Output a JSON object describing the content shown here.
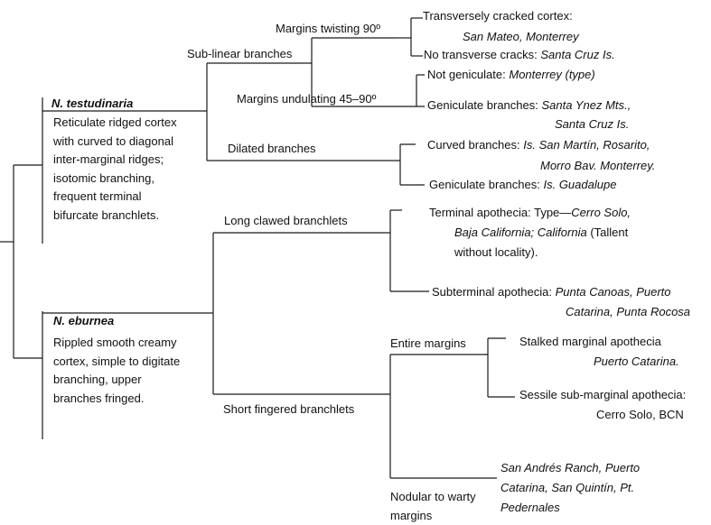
{
  "species": [
    {
      "name": "N. testudinaria",
      "description": [
        "Reticulate ridged cortex",
        "with curved to diagonal",
        "inter-marginal ridges;",
        "isotomic branching,",
        "frequent terminal",
        "bifurcate branchlets."
      ]
    },
    {
      "name": "N. eburnea",
      "description": [
        "Rippled smooth creamy",
        "cortex, simple to digitate",
        "branching,  upper",
        "branches  fringed."
      ]
    }
  ],
  "branches": {
    "sub_linear": "Sub-linear branches",
    "margins_twisting": "Margins twisting 90º",
    "margins_undulating": "Margins undulating  45–90º",
    "dilated": "Dilated branches",
    "long_clawed": "Long clawed branchlets",
    "short_fingered": "Short fingered branchlets",
    "entire_margins": "Entire margins",
    "nodular": [
      "Nodular to warty",
      "margins"
    ]
  },
  "leaves": {
    "transversely_cracked": {
      "label": "Transversely cracked cortex:",
      "localities": "San Mateo, Monterrey"
    },
    "no_transverse": {
      "label": "No transverse cracks:",
      "localities": "Santa Cruz Is."
    },
    "not_geniculate": {
      "label": "Not geniculate:",
      "localities": "Monterrey (type)"
    },
    "geniculate_branches": {
      "label": "Geniculate branches:",
      "localities": [
        "Santa Ynez Mts.,",
        "Santa Cruz Is."
      ]
    },
    "curved_branches": {
      "label": "Curved branches:",
      "localities": [
        "Is. San Martín, Rosarito,",
        "Morro Bav. Monterrey."
      ]
    },
    "geniculate_branches_2": {
      "label": "Geniculate branches:",
      "localities": "Is. Guadalupe"
    },
    "terminal_apothecia": {
      "label": "Terminal apothecia: Type—",
      "line1_localities": "Cerro Solo,",
      "line2_localities": "Baja California;  California",
      "line2_note": "(Tallent",
      "line3": "without  locality)."
    },
    "subterminal_apothecia": {
      "label": "Subterminal apothecia:",
      "localities": [
        "Punta Canoas,  Puerto",
        "Catarina,  Punta Rocosa"
      ]
    },
    "stalked_marginal": {
      "label": "Stalked marginal apothecia",
      "localities": "Puerto Catarina."
    },
    "sessile_submarginal": {
      "label": "Sessile sub-marginal apothecia:",
      "localities": "Cerro Solo, BCN"
    },
    "nodular_localities": [
      "San Andrés Ranch, Puerto",
      "Catarina, San Quintín, Pt.",
      "Pedernales"
    ]
  }
}
